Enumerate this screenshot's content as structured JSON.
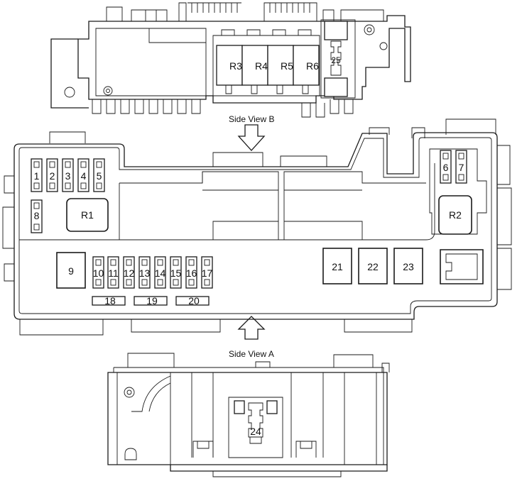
{
  "views": {
    "side_b": "Side View B",
    "side_a": "Side View A"
  },
  "top_relays": [
    "R3",
    "R4",
    "R5",
    "R6"
  ],
  "top_fuse": "25",
  "main": {
    "fuses_row1": [
      "1",
      "2",
      "3",
      "4",
      "5"
    ],
    "fuse_8": "8",
    "relay_r1": "R1",
    "fuses_right": [
      "6",
      "7"
    ],
    "relay_r2": "R2",
    "relay_9": "9",
    "fuses_row2": [
      "10",
      "11",
      "12",
      "13",
      "14",
      "15",
      "16",
      "17"
    ],
    "fuses_bottom": [
      "18",
      "19",
      "20"
    ],
    "relays_big": [
      "21",
      "22",
      "23"
    ]
  },
  "bottom_fuse": "24"
}
